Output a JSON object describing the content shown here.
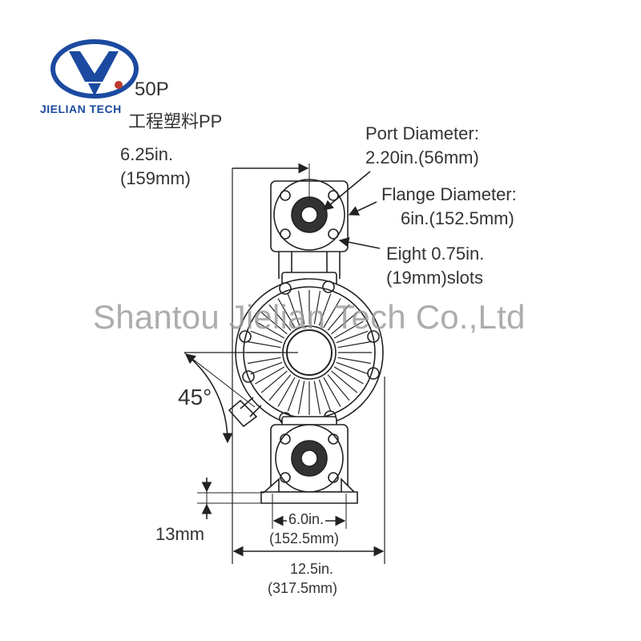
{
  "brand": {
    "name": "JIELIAN TECH",
    "accent": "#1b4aa0",
    "dot_color": "#c0392b"
  },
  "model": "50P",
  "material": "工程塑料PP",
  "watermark": "Shantou Jielian Tech Co.,Ltd",
  "dimensions": {
    "port_diameter_label": "Port Diameter:",
    "port_diameter_value": "2.20in.(56mm)",
    "flange_diameter_label": "Flange Diameter:",
    "flange_diameter_value": "6in.(152.5mm)",
    "slots_line1": "Eight 0.75in.",
    "slots_line2": "(19mm)slots",
    "height_in": "6.25in.",
    "height_mm": "(159mm)",
    "angle": "45°",
    "base_thickness": "13mm",
    "base_width_in": "6.0in.",
    "base_width_mm": "(152.5mm)",
    "total_width_in": "12.5in.",
    "total_width_mm": "(317.5mm)"
  }
}
